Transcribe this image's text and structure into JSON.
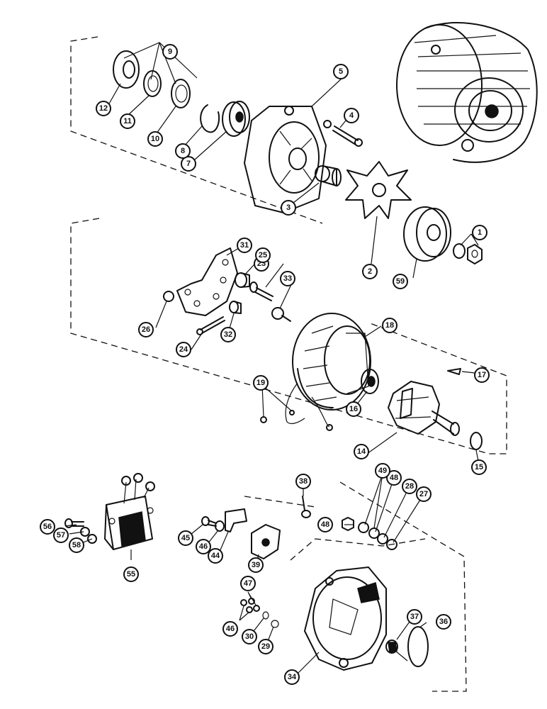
{
  "callouts": [
    {
      "label": "1"
    },
    {
      "label": "2"
    },
    {
      "label": "3"
    },
    {
      "label": "4"
    },
    {
      "label": "5"
    },
    {
      "label": "7"
    },
    {
      "label": "8"
    },
    {
      "label": "9"
    },
    {
      "label": "10"
    },
    {
      "label": "11"
    },
    {
      "label": "12"
    },
    {
      "label": "14"
    },
    {
      "label": "15"
    },
    {
      "label": "16"
    },
    {
      "label": "17"
    },
    {
      "label": "18"
    },
    {
      "label": "19"
    },
    {
      "label": "23"
    },
    {
      "label": "24"
    },
    {
      "label": "25"
    },
    {
      "label": "26"
    },
    {
      "label": "27"
    },
    {
      "label": "28"
    },
    {
      "label": "29"
    },
    {
      "label": "30"
    },
    {
      "label": "31"
    },
    {
      "label": "32"
    },
    {
      "label": "33"
    },
    {
      "label": "34"
    },
    {
      "label": "36"
    },
    {
      "label": "37"
    },
    {
      "label": "38"
    },
    {
      "label": "39"
    },
    {
      "label": "44"
    },
    {
      "label": "45"
    },
    {
      "label": "46"
    },
    {
      "label": "46"
    },
    {
      "label": "47"
    },
    {
      "label": "48"
    },
    {
      "label": "48"
    },
    {
      "label": "49"
    },
    {
      "label": "55"
    },
    {
      "label": "56"
    },
    {
      "label": "57"
    },
    {
      "label": "58"
    },
    {
      "label": "59"
    }
  ]
}
